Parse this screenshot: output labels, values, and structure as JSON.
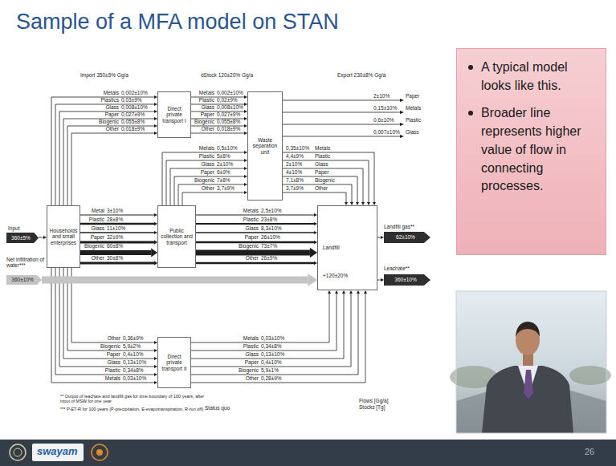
{
  "diagram": {
    "title": "Sample of a MFA model on STAN",
    "nodes": [
      {
        "text": [
          "Direct private transport I"
        ]
      },
      {
        "text": [
          "Waste separation unit"
        ]
      },
      {
        "text": [
          "360±5%"
        ]
      },
      {
        "text": [
          "Households and small enterprises"
        ]
      },
      {
        "text": [
          "Public collection and transport"
        ]
      },
      {
        "text": [
          "Landfill"
        ]
      },
      {
        "text": [
          "62±10%"
        ]
      },
      {
        "text": [
          "360±10%"
        ]
      },
      {
        "text": [
          "360±10%"
        ]
      },
      {
        "text": [
          "Direct private transport II"
        ]
      },
      {
        "text": [
          "A typical model looks like this.",
          "Broader line represents higher value of flow in connecting processes."
        ]
      }
    ],
    "edges": [
      {
        "from": 3,
        "to": 0,
        "arrow": "to"
      },
      {
        "from": 3,
        "to": 0,
        "arrow": "to"
      },
      {
        "from": 3,
        "to": 0,
        "arrow": "to"
      },
      {
        "from": 3,
        "to": 0,
        "arrow": "to"
      },
      {
        "from": 3,
        "to": 0,
        "arrow": "to"
      },
      {
        "from": 3,
        "to": 0,
        "arrow": "to"
      },
      {
        "from": 0,
        "to": 1,
        "arrow": "to"
      },
      {
        "from": 0,
        "to": 1,
        "arrow": "to"
      },
      {
        "from": 0,
        "to": 1,
        "arrow": "to"
      },
      {
        "from": 0,
        "to": 1,
        "arrow": "to"
      },
      {
        "from": 0,
        "to": 1,
        "arrow": "to"
      },
      {
        "from": 0,
        "to": 1,
        "arrow": "to"
      },
      {
        "from": 4,
        "to": 1,
        "arrow": "to"
      },
      {
        "from": 4,
        "to": 1,
        "arrow": "to"
      },
      {
        "from": 4,
        "to": 1,
        "arrow": "to"
      },
      {
        "from": 4,
        "to": 1,
        "arrow": "to"
      },
      {
        "from": 4,
        "to": 1,
        "arrow": "to"
      },
      {
        "from": 4,
        "to": 1,
        "arrow": "to"
      },
      {
        "from": 1,
        "to": 5,
        "arrow": "to"
      },
      {
        "from": 1,
        "to": 5,
        "arrow": "to"
      },
      {
        "from": 1,
        "to": 5,
        "arrow": "to"
      },
      {
        "from": 1,
        "to": 5,
        "arrow": "to"
      },
      {
        "from": 1,
        "to": 5,
        "arrow": "to"
      },
      {
        "from": 1,
        "to": 5,
        "arrow": "to"
      },
      {
        "from": 3,
        "to": 4,
        "arrow": "to"
      },
      {
        "from": 3,
        "to": 4,
        "arrow": "to"
      },
      {
        "from": 3,
        "to": 4,
        "arrow": "to"
      },
      {
        "from": 3,
        "to": 4,
        "arrow": "to"
      },
      {
        "from": 3,
        "to": 4,
        "arrow": "to"
      },
      {
        "from": 3,
        "to": 4,
        "arrow": "to"
      },
      {
        "from": 4,
        "to": 5,
        "arrow": "to"
      },
      {
        "from": 4,
        "to": 5,
        "arrow": "to"
      },
      {
        "from": 4,
        "to": 5,
        "arrow": "to"
      },
      {
        "from": 4,
        "to": 5,
        "arrow": "to"
      },
      {
        "from": 4,
        "to": 5,
        "arrow": "to"
      },
      {
        "from": 4,
        "to": 5,
        "arrow": "to"
      },
      {
        "from": 3,
        "to": 9,
        "arrow": "to"
      },
      {
        "from": 3,
        "to": 9,
        "arrow": "to"
      },
      {
        "from": 3,
        "to": 9,
        "arrow": "to"
      },
      {
        "from": 3,
        "to": 9,
        "arrow": "to"
      },
      {
        "from": 3,
        "to": 9,
        "arrow": "to"
      },
      {
        "from": 3,
        "to": 9,
        "arrow": "to"
      },
      {
        "from": 9,
        "to": 5,
        "arrow": "to"
      },
      {
        "from": 9,
        "to": 5,
        "arrow": "to"
      },
      {
        "from": 9,
        "to": 5,
        "arrow": "to"
      },
      {
        "from": 9,
        "to": 5,
        "arrow": "to"
      },
      {
        "from": 9,
        "to": 5,
        "arrow": "to"
      },
      {
        "from": 9,
        "to": 5,
        "arrow": "to"
      },
      {
        "from": 2,
        "to": 3,
        "arrow": "to"
      },
      {
        "from": 5,
        "to": 6,
        "arrow": "to"
      },
      {
        "from": 7,
        "to": 5,
        "arrow": "to"
      },
      {
        "from": 5,
        "to": 8,
        "arrow": "to"
      }
    ],
    "labels": [
      "Import 350±5% Gg/a",
      "dStock 120±20% Gg/a",
      "Export 230±8% Gg/a",
      "Metals",
      "0,002±10%",
      "Plastics",
      "0,03±9%",
      "Glass",
      "0,008±10%",
      "Paper",
      "0,027±9%",
      "Biogenic",
      "0,055±8%",
      "Other",
      "0,018±9%",
      "2±10%",
      "Paper",
      "0,15±10%",
      "Metals",
      "0,6±10%",
      "Plastic",
      "0,007±10%",
      "Glass",
      "Metals",
      "0,002±10%",
      "Plastic",
      "0,02±9%",
      "Glass",
      "0,008±10%",
      "Paper",
      "0,027±9%",
      "Biogenic",
      "0,055±8%",
      "Other",
      "0,018±9%",
      "Metals",
      "0,5±10%",
      "Plastic",
      "5±8%",
      "Glass",
      "2±10%",
      "Paper",
      "6±9%",
      "Biogenic",
      "7±8%",
      "Other",
      "3,7±9%",
      "0,35±10%",
      "Metals",
      "4,4±9%",
      "Plastic",
      "2±10%",
      "Glass",
      "4±10%",
      "Paper",
      "7,1±8%",
      "Biogenic",
      "3,7±9%",
      "Other",
      "Input",
      "Metal",
      "3±10%",
      "Plastic",
      "28±8%",
      "Glass",
      "11±10%",
      "Paper",
      "32±9%",
      "Biogenic",
      "60±8%",
      "Other",
      "30±8%",
      "Metals",
      "2,5±10%",
      "Plastic",
      "23±8%",
      "Glass",
      "8,3±10%",
      "Paper",
      "26±10%",
      "Biogenic",
      "73±7%",
      "Other",
      "26±9%",
      "Landfill gas**",
      "Net infiltration of water***",
      "+120±20%",
      "Leachate**",
      "Other",
      "0,36±9%",
      "Biogenic",
      "5,9±2%",
      "Paper",
      "0,4±10%",
      "Glass",
      "0,13±10%",
      "Plastic",
      "0,34±8%",
      "Metals",
      "0,03±10%",
      "Metals",
      "0,03±10%",
      "Plastic",
      "0,34±8%",
      "Glass",
      "0,13±10%",
      "Paper",
      "0,4±10%",
      "Biogenic",
      "5,9±1%",
      "Other",
      "0,28±9%",
      "** Output of leachate and landfill gas for time boundary of 100 years, after input of MSW for one year",
      "*** P-ET-R for 100 years (P-precipitation, E-evapotranspiration, R-run off)",
      "Status quo",
      "Flows [Gg/a]",
      "Stocks [Tg]",
      "swayam",
      "26"
    ]
  }
}
